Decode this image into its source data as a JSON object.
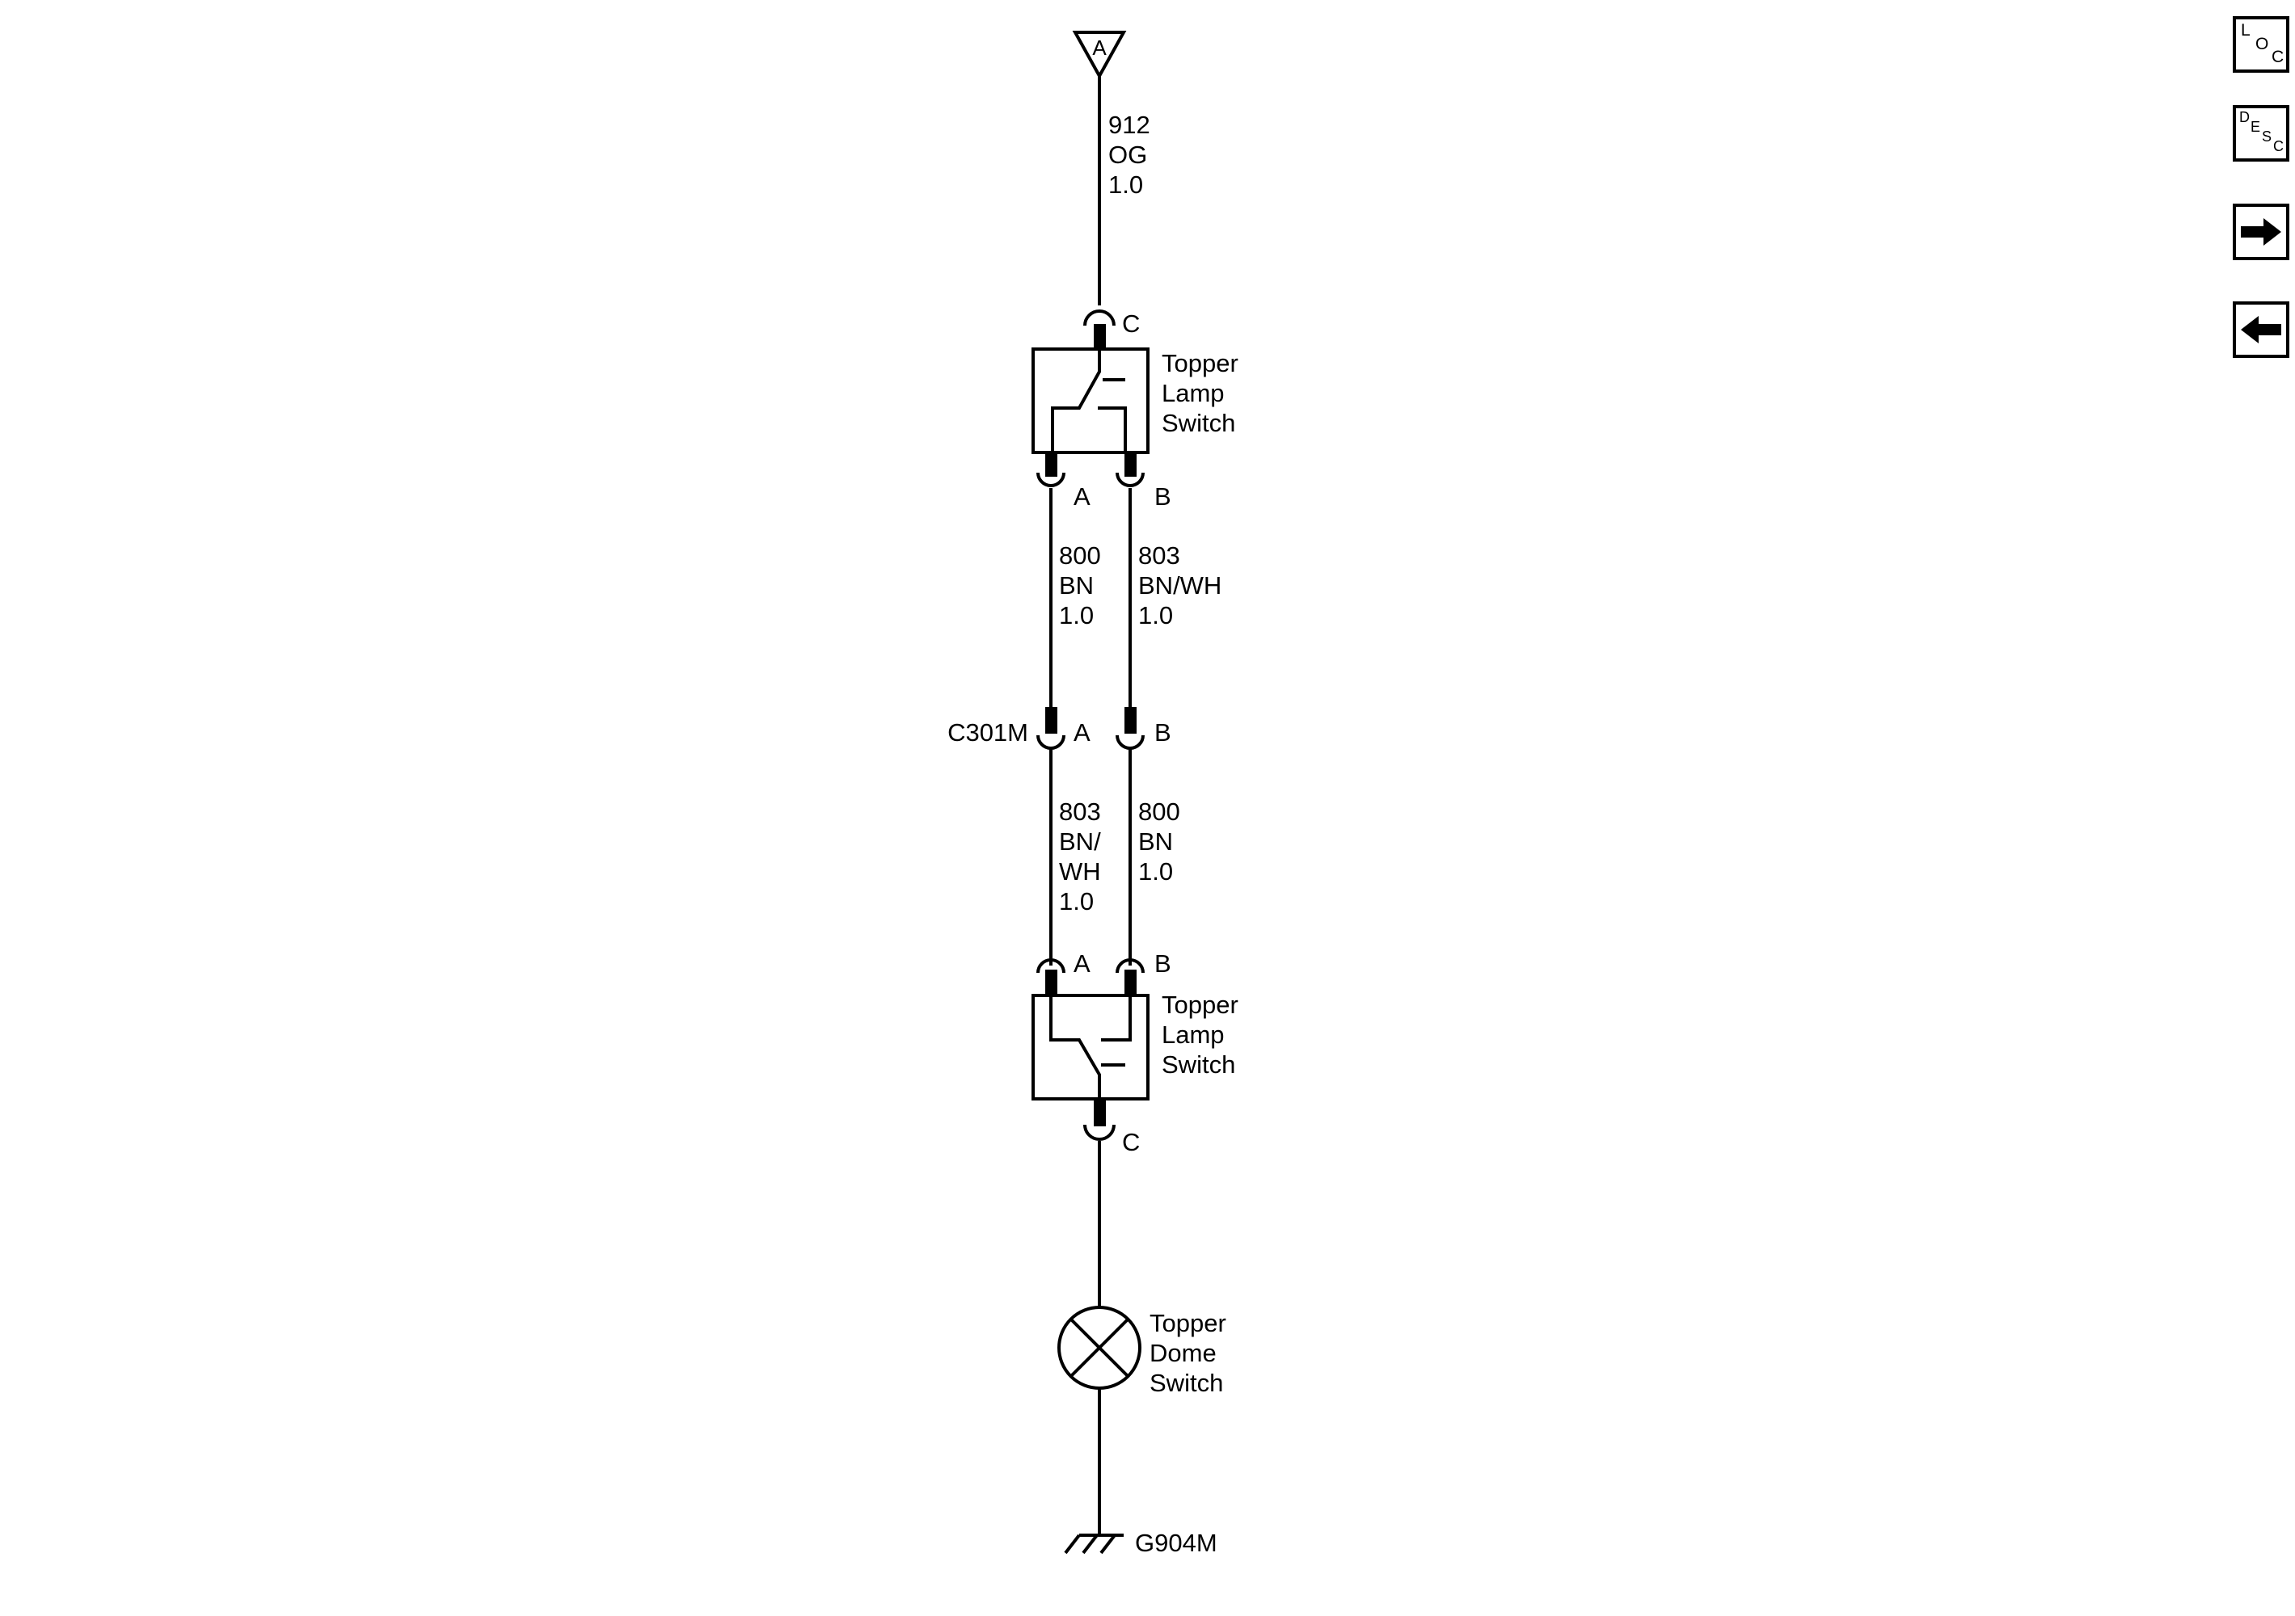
{
  "diagram": {
    "source_connector": "A",
    "top_wire": {
      "circuit": "912",
      "color": "OG",
      "size": "1.0"
    },
    "upper_switch": {
      "name": [
        "Topper",
        "Lamp",
        "Switch"
      ],
      "pin_common": "C",
      "pin_left": "A",
      "pin_right": "B"
    },
    "upper_wires": {
      "left": {
        "circuit": "800",
        "color": "BN",
        "size": "1.0"
      },
      "right": {
        "circuit": "803",
        "color": "BN/WH",
        "size": "1.0"
      }
    },
    "inline_connector": {
      "name": "C301M",
      "pin_left": "A",
      "pin_right": "B"
    },
    "lower_wires": {
      "left": {
        "circuit": "803",
        "color_line1": "BN/",
        "color_line2": "WH",
        "size": "1.0"
      },
      "right": {
        "circuit": "800",
        "color": "BN",
        "size": "1.0"
      }
    },
    "lower_switch": {
      "name": [
        "Topper",
        "Lamp",
        "Switch"
      ],
      "pin_left": "A",
      "pin_right": "B",
      "pin_common": "C"
    },
    "lamp": {
      "name": [
        "Topper",
        "Dome",
        "Switch"
      ]
    },
    "ground": {
      "name": "G904M"
    }
  },
  "nav": {
    "loc": {
      "l1": "L",
      "l2": "O",
      "l3": "C"
    },
    "desc": {
      "l1": "D",
      "l2": "E",
      "l3": "S",
      "l4": "C"
    },
    "next_icon": "right-arrow-icon",
    "prev_icon": "left-arrow-icon"
  }
}
